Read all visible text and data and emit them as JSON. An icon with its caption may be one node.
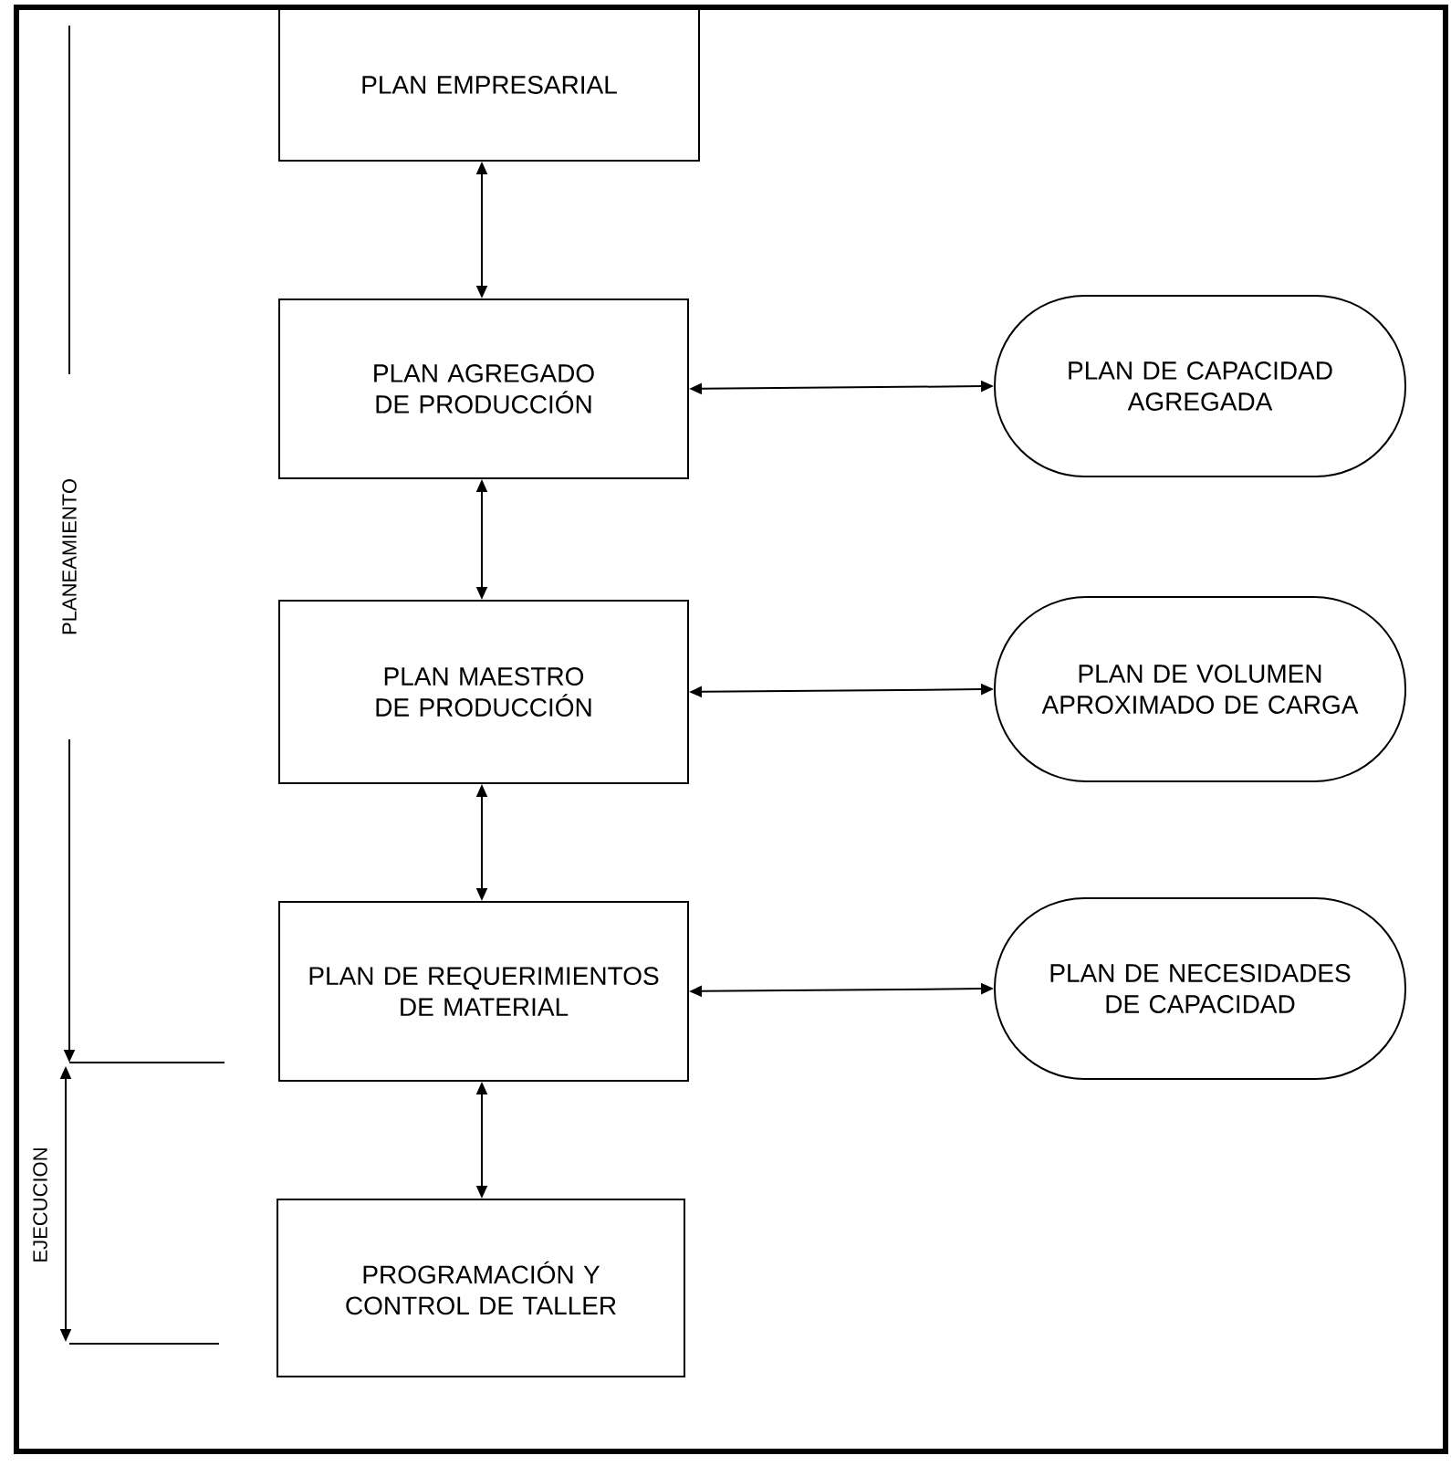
{
  "diagram": {
    "nodes": [
      {
        "text": [
          "PLAN EMPRESARIAL"
        ]
      },
      {
        "text": [
          "PLAN AGREGADO DE PRODUCCIÓN"
        ]
      },
      {
        "text": [
          "PLAN MAESTRO DE PRODUCCIÓN"
        ]
      },
      {
        "text": [
          "PLAN DE REQUERIMIENTOS DE MATERIAL"
        ]
      },
      {
        "text": [
          "PROGRAMACIÓN Y CONTROL DE TALLER"
        ]
      },
      {
        "text": [
          "PLAN DE CAPACIDAD AGREGADA"
        ]
      },
      {
        "text": [
          "PLAN DE VOLUMEN APROXIMADO DE CARGA"
        ]
      },
      {
        "text": [
          "PLAN DE NECESIDADES DE CAPACIDAD"
        ]
      }
    ],
    "edges": [
      {
        "from": 0,
        "to": 1,
        "arrow": "both"
      },
      {
        "from": 1,
        "to": 2,
        "arrow": "both"
      },
      {
        "from": 2,
        "to": 3,
        "arrow": "both"
      },
      {
        "from": 3,
        "to": 4,
        "arrow": "both"
      },
      {
        "from": 1,
        "to": 5,
        "arrow": "both"
      },
      {
        "from": 2,
        "to": 6,
        "arrow": "both"
      },
      {
        "from": 3,
        "to": 7,
        "arrow": "both"
      }
    ],
    "labels": [
      "PLANEAMIENTO",
      "EJECUCION"
    ]
  }
}
